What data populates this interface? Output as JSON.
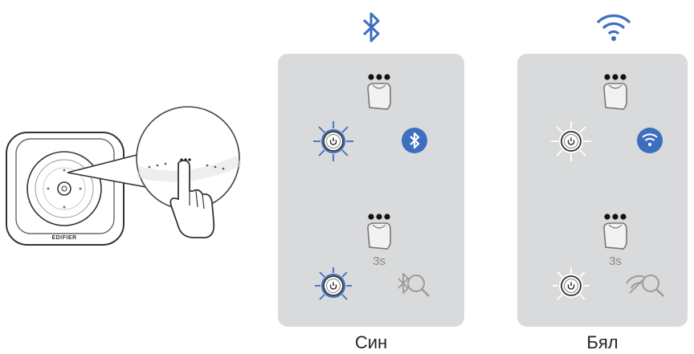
{
  "device": {
    "brand": "EDIFIER"
  },
  "panels": [
    {
      "id": "bluetooth",
      "header_icon": "bluetooth-icon",
      "status_icon": "bluetooth-badge-icon",
      "press_duration": "3s",
      "caption": "Син",
      "accent": "#3d6fc0"
    },
    {
      "id": "wifi",
      "header_icon": "wifi-icon",
      "status_icon": "wifi-badge-icon",
      "press_duration": "3s",
      "caption": "Бял",
      "accent": "#3d6fc0"
    }
  ],
  "colors": {
    "panel_bg": "#d9dadb",
    "blue": "#3d6fc0",
    "grey_icon": "#9a9a9a",
    "outline": "#3a3a3a"
  }
}
